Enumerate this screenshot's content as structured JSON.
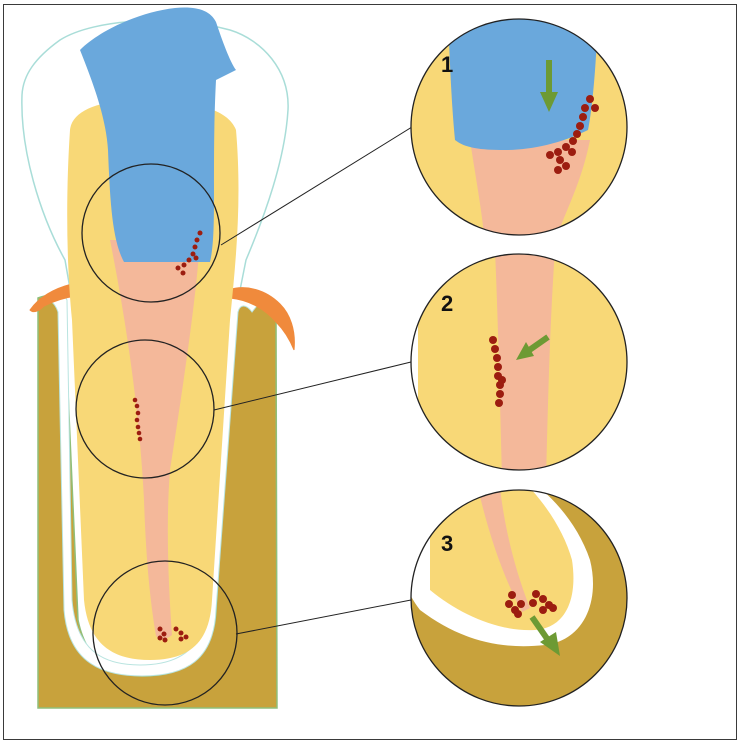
{
  "figure": {
    "callouts": [
      {
        "label": "1"
      },
      {
        "label": "2"
      },
      {
        "label": "3"
      }
    ]
  },
  "colors": {
    "frame": "#3a3a3a",
    "bone": "#c8a23c",
    "bone_outline": "#8fbf7a",
    "ligament": "#ffffff",
    "ligament_edge": "#b9e4e0",
    "dentin": "#f8d877",
    "pulp": "#f4b89a",
    "filling": "#6aa8dc",
    "enamel": "#ffffff",
    "enamel_edge": "#a9ddd8",
    "gingiva": "#f08a3c",
    "bacteria": "#9c1d10",
    "arrow": "#6d9a34",
    "circle_line": "#222222"
  },
  "icons": {
    "bacteria": "dot-cluster",
    "direction": "arrow"
  }
}
